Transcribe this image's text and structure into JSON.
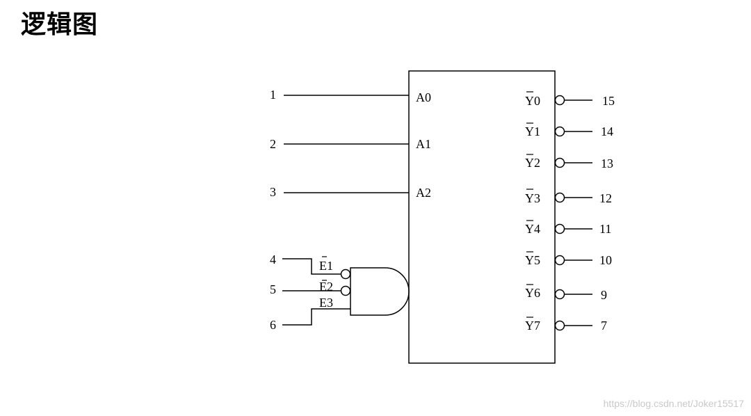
{
  "title": "逻辑图",
  "watermark": "https://blog.csdn.net/Joker15517",
  "chip": {
    "address_inputs": [
      {
        "pin": "1",
        "label": "A0"
      },
      {
        "pin": "2",
        "label": "A1"
      },
      {
        "pin": "3",
        "label": "A2"
      }
    ],
    "enable_inputs": [
      {
        "pin": "4",
        "label": "E1",
        "active_low": true
      },
      {
        "pin": "5",
        "label": "E2",
        "active_low": true
      },
      {
        "pin": "6",
        "label": "E3",
        "active_low": false
      }
    ],
    "outputs": [
      {
        "label": "Y0",
        "pin": "15"
      },
      {
        "label": "Y1",
        "pin": "14"
      },
      {
        "label": "Y2",
        "pin": "13"
      },
      {
        "label": "Y3",
        "pin": "12"
      },
      {
        "label": "Y4",
        "pin": "11"
      },
      {
        "label": "Y5",
        "pin": "10"
      },
      {
        "label": "Y6",
        "pin": "9"
      },
      {
        "label": "Y7",
        "pin": "7"
      }
    ]
  }
}
